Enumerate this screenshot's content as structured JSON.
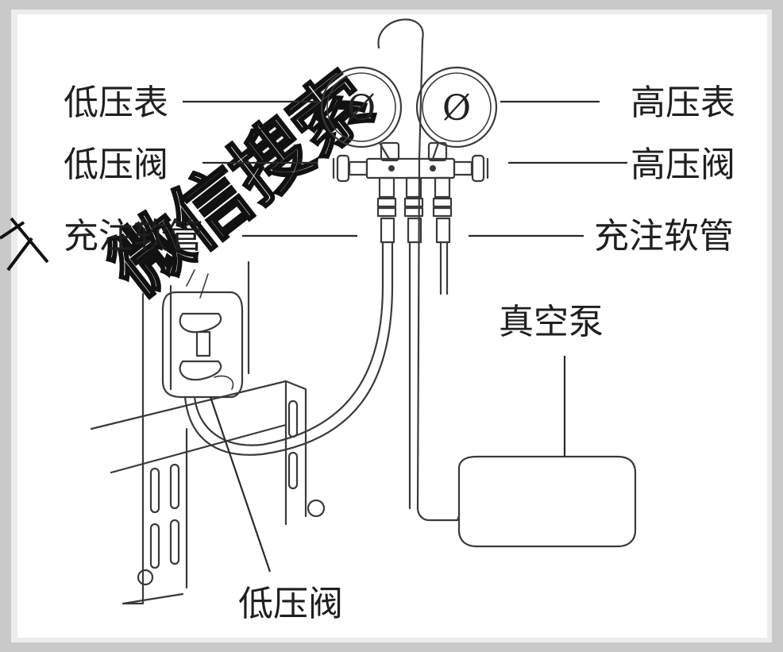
{
  "labels": {
    "low_pressure_gauge": "低压表",
    "low_pressure_valve": "低压阀",
    "charging_hose_left": "充注软管",
    "high_pressure_gauge": "高压表",
    "high_pressure_valve": "高压阀",
    "charging_hose_right": "充注软管",
    "vacuum_pump": "真空泵",
    "service_low_pressure_valve": "低压阀"
  },
  "watermark": "微信搜索",
  "gauge_symbol": "Ø",
  "colors": {
    "line": "#3a3a3a",
    "text": "#1f1f1f",
    "background": "#ffffff"
  }
}
